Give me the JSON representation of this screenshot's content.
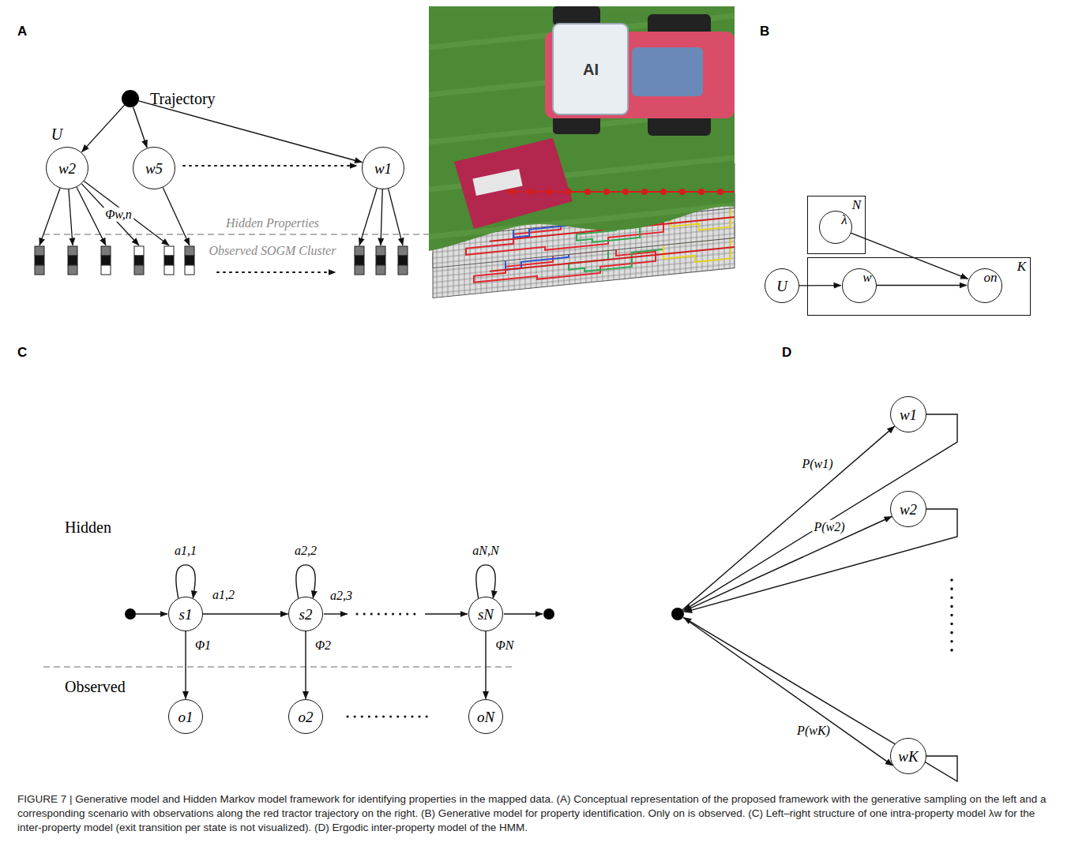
{
  "diagram": {
    "caption": "FIGURE 7 | Generative model and Hidden Markov model framework for identifying properties in the mapped data. (A) Conceptual representation of the proposed framework with the generative sampling on the left and a corresponding scenario with observations along the red tractor trajectory on the right. (B) Generative model for property identification. Only on is observed. (C) Left–right structure of one intra-property model λw for the inter-property model (exit transition per state is not visualized). (D) Ergodic inter-property model of the HMM.",
    "nodes": [
      {
        "text": [
          "Trajectory"
        ]
      },
      {
        "text": [
          "w2"
        ]
      },
      {
        "text": [
          "w5"
        ]
      },
      {
        "text": [
          "w1"
        ]
      },
      {
        "text": [
          "N"
        ]
      },
      {
        "text": [
          "λ"
        ],
        "in": 4
      },
      {
        "text": [
          "U"
        ]
      },
      {
        "text": [
          "K"
        ]
      },
      {
        "text": [
          "w"
        ],
        "in": 7
      },
      {
        "text": [
          "on"
        ],
        "in": 7
      },
      {
        "text": [
          "s1"
        ]
      },
      {
        "text": [
          "s2"
        ]
      },
      {
        "text": [
          "sN"
        ]
      },
      {
        "text": [
          "o1"
        ]
      },
      {
        "text": [
          "o2"
        ]
      },
      {
        "text": [
          "oN"
        ]
      },
      {
        "text": [
          "w1"
        ]
      },
      {
        "text": [
          "w2"
        ]
      },
      {
        "text": [
          "wK"
        ]
      }
    ],
    "edges": [
      {
        "from": 0,
        "to": 1,
        "arrow": "to"
      },
      {
        "from": 0,
        "to": 2,
        "arrow": "to"
      },
      {
        "from": 0,
        "to": 3,
        "arrow": "to"
      },
      {
        "from": 6,
        "to": 8,
        "arrow": "to"
      },
      {
        "from": 8,
        "to": 9,
        "arrow": "to"
      },
      {
        "from": 5,
        "to": 9,
        "arrow": "to"
      },
      {
        "from": 10,
        "to": 10,
        "label": "a1,1",
        "arrow": "to"
      },
      {
        "from": 10,
        "to": 11,
        "label": "a1,2",
        "arrow": "to"
      },
      {
        "from": 11,
        "to": 11,
        "label": "a2,2",
        "arrow": "to"
      },
      {
        "from": 12,
        "to": 12,
        "label": "aN,N",
        "arrow": "to"
      },
      {
        "from": 10,
        "to": 13,
        "label": "Φ1",
        "arrow": "to"
      },
      {
        "from": 11,
        "to": 14,
        "label": "Φ2",
        "arrow": "to"
      },
      {
        "from": 12,
        "to": 15,
        "label": "ΦN",
        "arrow": "to"
      }
    ],
    "labels": [
      "A",
      "B",
      "C",
      "D",
      "U",
      "Φw,n",
      "Hidden Properties",
      "Observed SOGM Cluster",
      "AI",
      "a2,3",
      "Hidden",
      "Observed",
      "P(w1)",
      "P(w2)",
      "P(wK)"
    ]
  }
}
